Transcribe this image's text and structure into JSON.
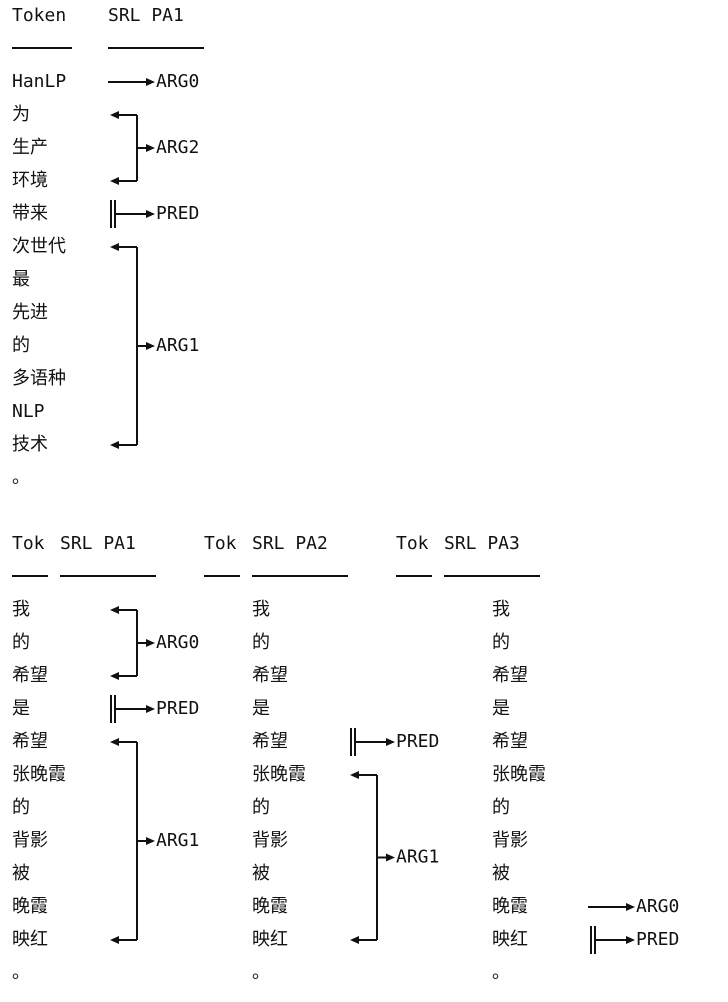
{
  "diagrams": [
    {
      "headers": {
        "token": "Token",
        "roles": [
          "SRL PA1"
        ]
      },
      "tokens": [
        "HanLP",
        "为",
        "生产",
        "环境",
        "带来",
        "次世代",
        "最",
        "先进",
        "的",
        "多语种",
        "NLP",
        "技术",
        "。"
      ],
      "predicates": [
        {
          "args": [
            {
              "label": "ARG0",
              "start": 0,
              "end": 0
            },
            {
              "label": "ARG2",
              "start": 1,
              "end": 3
            },
            {
              "label": "PRED",
              "start": 4,
              "end": 4
            },
            {
              "label": "ARG1",
              "start": 5,
              "end": 11
            }
          ]
        }
      ]
    },
    {
      "headers": {
        "token": "Tok",
        "roles": [
          "SRL PA1",
          "SRL PA2",
          "SRL PA3"
        ]
      },
      "tokens": [
        "我",
        "的",
        "希望",
        "是",
        "希望",
        "张晚霞",
        "的",
        "背影",
        "被",
        "晚霞",
        "映红",
        "。"
      ],
      "predicates": [
        {
          "args": [
            {
              "label": "ARG0",
              "start": 0,
              "end": 2
            },
            {
              "label": "PRED",
              "start": 3,
              "end": 3
            },
            {
              "label": "ARG1",
              "start": 4,
              "end": 10
            }
          ]
        },
        {
          "args": [
            {
              "label": "PRED",
              "start": 4,
              "end": 4
            },
            {
              "label": "ARG1",
              "start": 5,
              "end": 10
            }
          ]
        },
        {
          "args": [
            {
              "label": "ARG0",
              "start": 9,
              "end": 9
            },
            {
              "label": "PRED",
              "start": 10,
              "end": 10
            }
          ]
        }
      ]
    }
  ]
}
